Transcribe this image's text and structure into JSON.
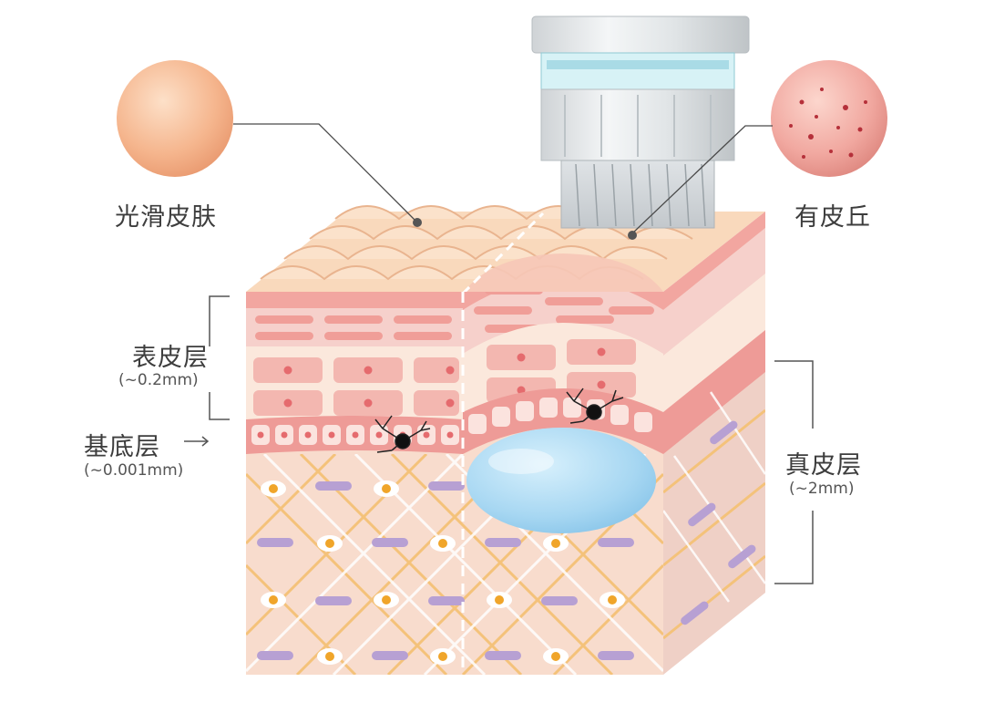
{
  "labels": {
    "smooth_skin": "光滑皮肤",
    "papule": "有皮丘",
    "epidermis": "表皮层",
    "epidermis_depth": "(~0.2mm)",
    "basal": "基底层",
    "basal_depth": "(~0.001mm)",
    "dermis": "真皮层",
    "dermis_depth": "(~2mm)"
  },
  "colors": {
    "surface": "#f9d9bc",
    "surface_line": "#e9b48f",
    "epidermis_band": "#f2a6a0",
    "stratum_cells": "#f4b3ad",
    "cell_fill": "#f3b7b0",
    "cell_nucleus": "#e56b6e",
    "basal_band": "#ee9b97",
    "dermis": "#f8dccd",
    "dermis_side": "#efd0c6",
    "fiber_orange": "#f4c27a",
    "fiber_white": "#ffffff",
    "fiber_purple": "#b7a0d3",
    "dermis_dot": "#f0a52a",
    "bubble": "#a9d8f3",
    "bracket": "#555555"
  }
}
